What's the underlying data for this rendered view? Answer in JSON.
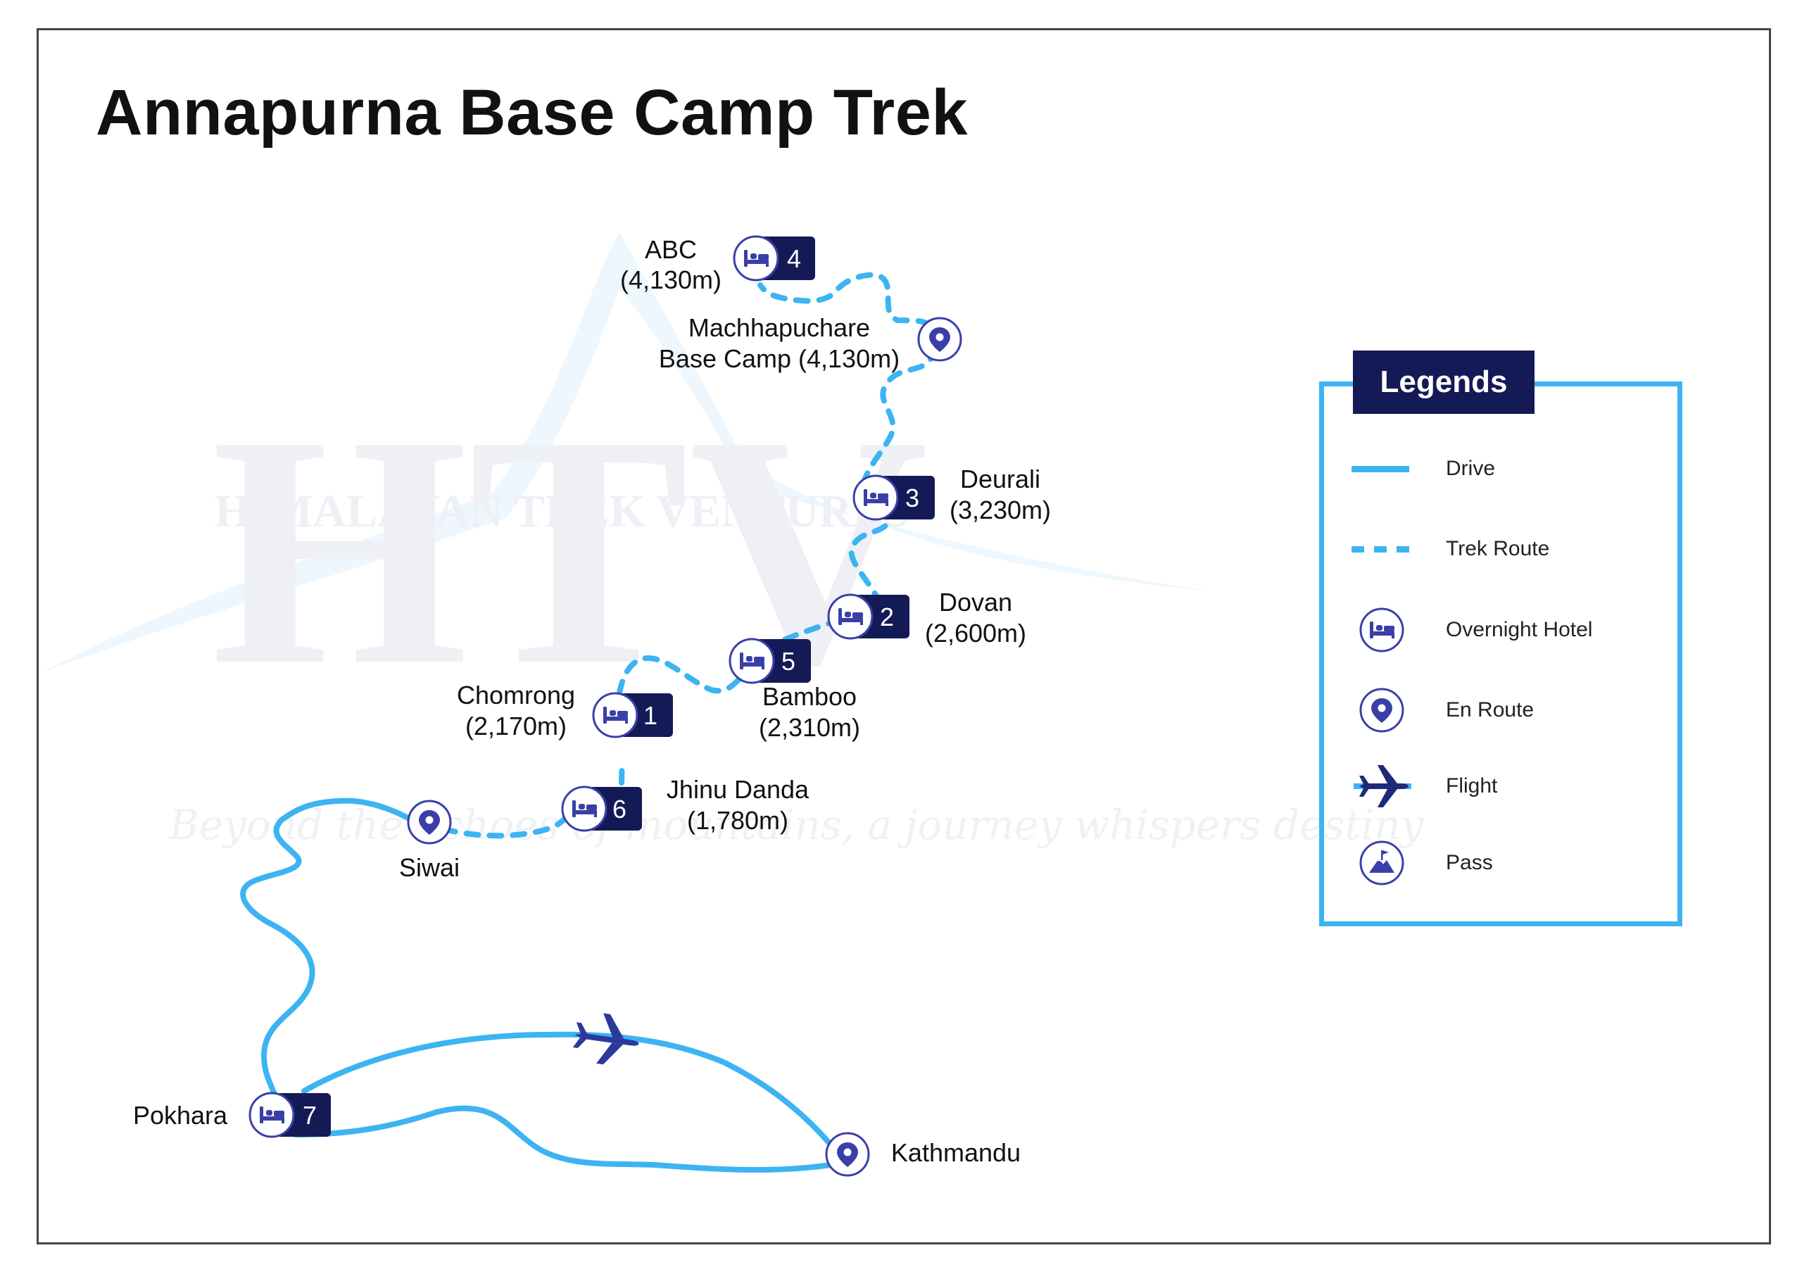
{
  "title": "Annapurna Base Camp Trek",
  "watermark": {
    "letters": "HTV",
    "brand": "HIMALAYAN TREK VENTURES",
    "tagline": "Beyond the echoes of mountains, a journey whispers destiny"
  },
  "colors": {
    "route_blue": "#3db4f2",
    "navy": "#141a56",
    "icon_blue": "#3a3fa8"
  },
  "places": {
    "abc": {
      "name": "ABC",
      "elevation": "(4,130m)",
      "day": "4",
      "icon": "bed-icon"
    },
    "mbc": {
      "name": "Machhapuchare",
      "name2": "Base Camp (4,130m)",
      "icon": "pin-icon"
    },
    "deurali": {
      "name": "Deurali",
      "elevation": "(3,230m)",
      "day": "3",
      "icon": "bed-icon"
    },
    "dovan": {
      "name": "Dovan",
      "elevation": "(2,600m)",
      "day": "2",
      "icon": "bed-icon"
    },
    "bamboo": {
      "name": "Bamboo",
      "elevation": "(2,310m)",
      "day": "5",
      "icon": "bed-icon"
    },
    "chomrong": {
      "name": "Chomrong",
      "elevation": "(2,170m)",
      "day": "1",
      "icon": "bed-icon"
    },
    "jhinu": {
      "name": "Jhinu Danda",
      "elevation": "(1,780m)",
      "day": "6",
      "icon": "bed-icon"
    },
    "siwai": {
      "name": "Siwai",
      "icon": "pin-icon"
    },
    "pokhara": {
      "name": "Pokhara",
      "day": "7",
      "icon": "bed-icon"
    },
    "kathmandu": {
      "name": "Kathmandu",
      "icon": "pin-icon"
    }
  },
  "legend": {
    "title": "Legends",
    "items": [
      {
        "label": "Drive",
        "icon": "drive-line"
      },
      {
        "label": "Trek Route",
        "icon": "trek-dashed-line"
      },
      {
        "label": "Overnight Hotel",
        "icon": "bed-icon"
      },
      {
        "label": "En Route",
        "icon": "pin-icon"
      },
      {
        "label": "Flight",
        "icon": "plane-icon"
      },
      {
        "label": "Pass",
        "icon": "mountain-flag-icon"
      }
    ]
  }
}
